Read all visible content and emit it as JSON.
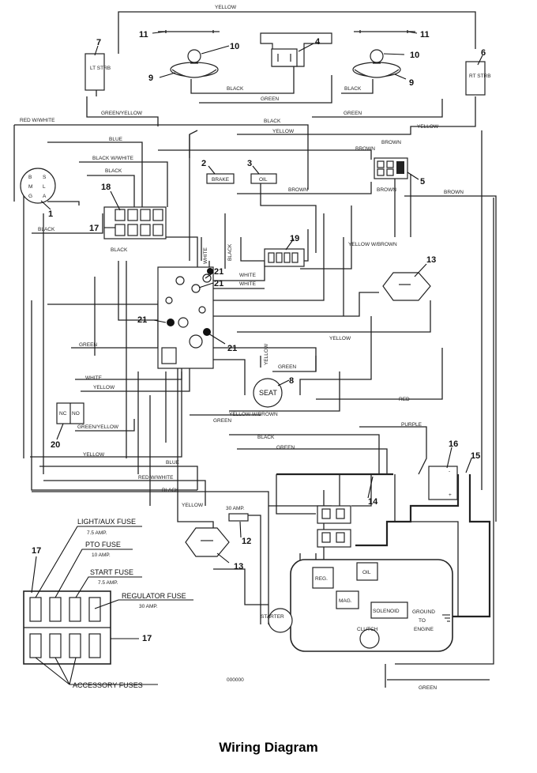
{
  "caption": "Wiring Diagram",
  "drawing_number": "000000",
  "wire_labels": {
    "yellow": "YELLOW",
    "black": "BLACK",
    "green": "GREEN",
    "green_yellow": "GREEN/YELLOW",
    "red_white": "RED W/WHITE",
    "blue": "BLUE",
    "black_white": "BLACK W/WHITE",
    "brown": "BROWN",
    "white": "WHITE",
    "yellow_brown": "YELLOW W/BROWN",
    "red": "RED",
    "purple": "PURPLE"
  },
  "components": {
    "lt_strb": "LT STRB",
    "rt_strb": "RT STRB",
    "brake": "BRAKE",
    "oil": "OIL",
    "seat": "SEAT",
    "nc": "NC",
    "no": "NO",
    "reg": "REG.",
    "mag": "MAG.",
    "solenoid": "SOLENOID",
    "oil_engine": "OIL",
    "starter": "STARTER",
    "clutch": "CLUTCH",
    "ground_to_engine": [
      "GROUND",
      "TO",
      "ENGINE"
    ],
    "fuse_30amp": "30 AMP.",
    "key_terminals": [
      "B",
      "S",
      "L",
      "M",
      "G",
      "A"
    ]
  },
  "fuse_legend": {
    "light_aux": "LIGHT/AUX FUSE",
    "light_aux_amp": "7.5 AMP.",
    "pto": "PTO FUSE",
    "pto_amp": "10 AMP.",
    "start": "START FUSE",
    "start_amp": "7.5 AMP.",
    "regulator": "REGULATOR FUSE",
    "regulator_amp": "30 AMP.",
    "accessory": "ACCESSORY FUSES"
  },
  "callouts": [
    "1",
    "2",
    "3",
    "4",
    "5",
    "6",
    "7",
    "8",
    "9",
    "9",
    "10",
    "10",
    "11",
    "11",
    "12",
    "13",
    "13",
    "14",
    "15",
    "16",
    "17",
    "17",
    "17",
    "18",
    "19",
    "20",
    "21",
    "21",
    "21",
    "21"
  ]
}
